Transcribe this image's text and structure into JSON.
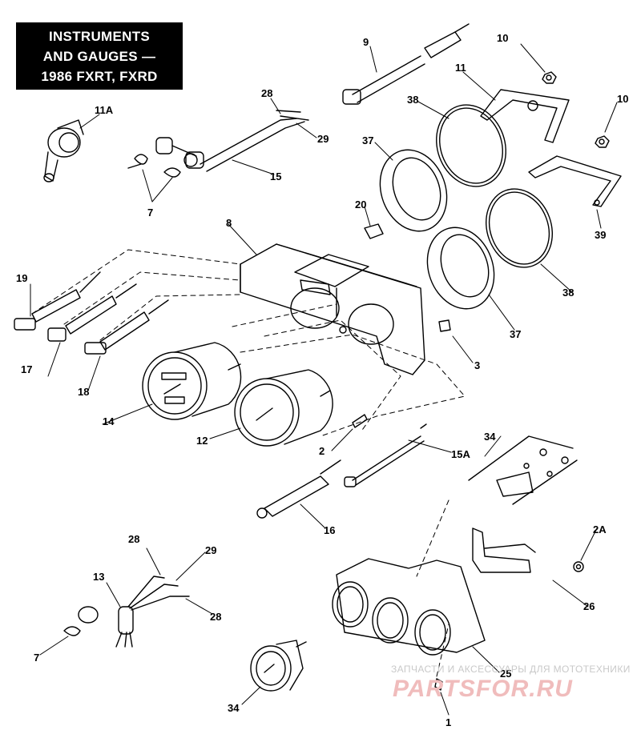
{
  "title": {
    "lines": [
      "INSTRUMENTS",
      "AND GAUGES —",
      "1986 FXRT, FXRD"
    ]
  },
  "callouts": [
    {
      "id": "c-11a",
      "text": "11A"
    },
    {
      "id": "c-28a",
      "text": "28"
    },
    {
      "id": "c-29a",
      "text": "29"
    },
    {
      "id": "c-15",
      "text": "15"
    },
    {
      "id": "c-7a",
      "text": "7"
    },
    {
      "id": "c-9",
      "text": "9"
    },
    {
      "id": "c-10a",
      "text": "10"
    },
    {
      "id": "c-11",
      "text": "11"
    },
    {
      "id": "c-10b",
      "text": "10"
    },
    {
      "id": "c-38a",
      "text": "38"
    },
    {
      "id": "c-37a",
      "text": "37"
    },
    {
      "id": "c-39",
      "text": "39"
    },
    {
      "id": "c-20",
      "text": "20"
    },
    {
      "id": "c-8",
      "text": "8"
    },
    {
      "id": "c-19",
      "text": "19"
    },
    {
      "id": "c-38b",
      "text": "38"
    },
    {
      "id": "c-37b",
      "text": "37"
    },
    {
      "id": "c-3",
      "text": "3"
    },
    {
      "id": "c-17",
      "text": "17"
    },
    {
      "id": "c-18",
      "text": "18"
    },
    {
      "id": "c-14",
      "text": "14"
    },
    {
      "id": "c-12",
      "text": "12"
    },
    {
      "id": "c-2",
      "text": "2"
    },
    {
      "id": "c-15a",
      "text": "15A"
    },
    {
      "id": "c-34a",
      "text": "34"
    },
    {
      "id": "c-16",
      "text": "16"
    },
    {
      "id": "c-2a",
      "text": "2A"
    },
    {
      "id": "c-28b",
      "text": "28"
    },
    {
      "id": "c-29b",
      "text": "29"
    },
    {
      "id": "c-13",
      "text": "13"
    },
    {
      "id": "c-26",
      "text": "26"
    },
    {
      "id": "c-28c",
      "text": "28"
    },
    {
      "id": "c-7b",
      "text": "7"
    },
    {
      "id": "c-25",
      "text": "25"
    },
    {
      "id": "c-34b",
      "text": "34"
    },
    {
      "id": "c-1",
      "text": "1"
    }
  ],
  "watermark": {
    "tagline": "ЗАПЧАСТИ И АКСЕССУАРЫ ДЛЯ МОТОТЕХНИКИ",
    "brand": "PARTSFOR.RU",
    "color": "#e8a0a0"
  }
}
